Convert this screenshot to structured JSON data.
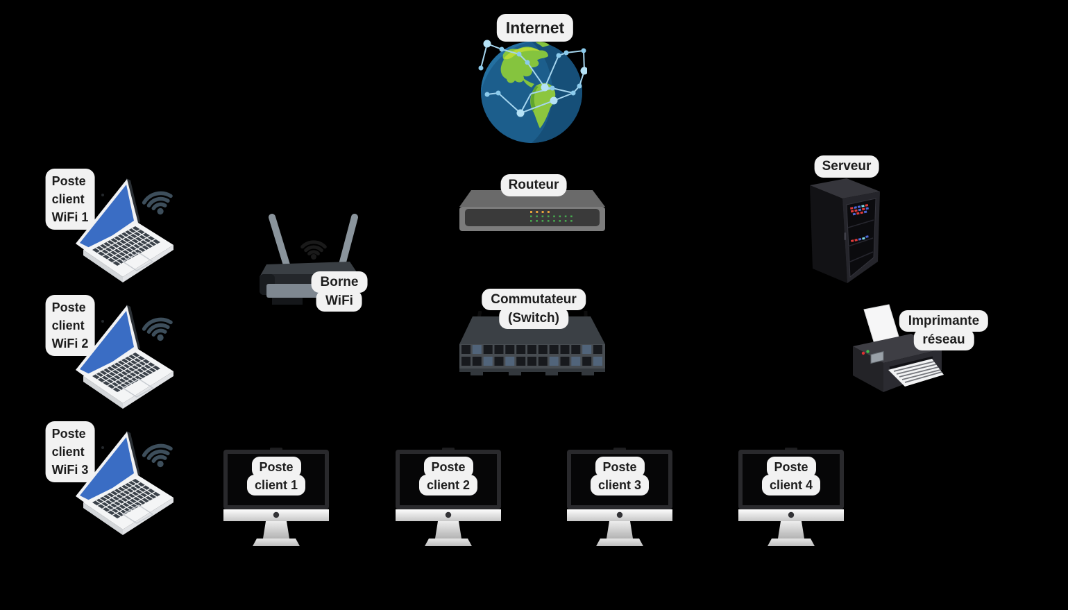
{
  "palette": {
    "background": "#000000",
    "label_bg": "#f2f2f2",
    "label_text": "#1d1d1d",
    "laptop_screen_blue": "#3a6dc4",
    "wifi_icon_slate": "#3d4e5b",
    "globe_ocean": "#1c5e8c",
    "globe_land_green": "#85c43e",
    "network_overlay_blue": "#a6d6ef",
    "led_orange": "#e6a23c",
    "led_green": "#47a84f",
    "server_led_red": "#e23b3b",
    "server_led_blue": "#4d68d8",
    "server_led_cyan": "#7fdbea"
  },
  "nodes": {
    "internet": {
      "label": "Internet"
    },
    "router": {
      "label": "Routeur"
    },
    "switch": {
      "label": "Commutateur\n(Switch)"
    },
    "access_point": {
      "label": "Borne\nWiFi"
    },
    "server": {
      "label": "Serveur"
    },
    "printer": {
      "label": "Imprimante\nréseau"
    },
    "wifi_clients": [
      {
        "label": "Poste\nclient\nWiFi 1"
      },
      {
        "label": "Poste\nclient\nWiFi 2"
      },
      {
        "label": "Poste\nclient\nWiFi 3"
      }
    ],
    "desktop_clients": [
      {
        "label": "Poste\nclient 1"
      },
      {
        "label": "Poste\nclient 2"
      },
      {
        "label": "Poste\nclient 3"
      },
      {
        "label": "Poste\nclient 4"
      }
    ]
  }
}
